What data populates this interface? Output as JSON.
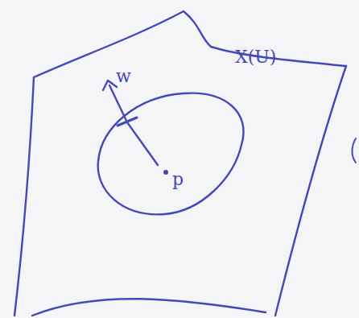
{
  "diagram": {
    "labels": [
      "w",
      "X(U)",
      "p"
    ]
  }
}
